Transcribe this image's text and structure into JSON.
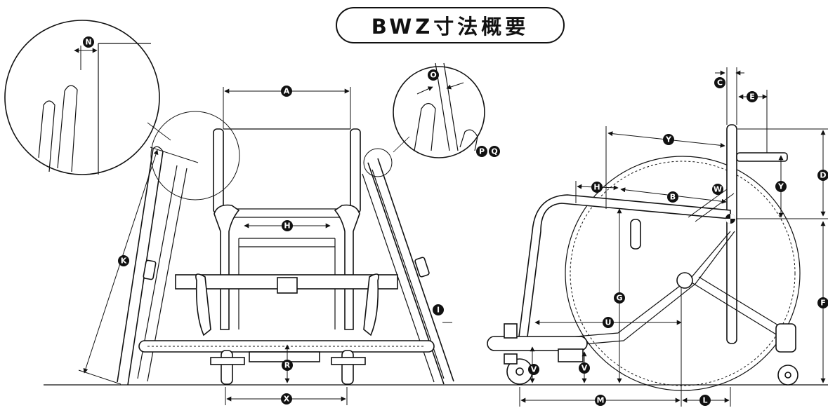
{
  "title": "BWZ寸法概要",
  "dimension_labels": [
    "A",
    "B",
    "C",
    "D",
    "E",
    "F",
    "G",
    "H",
    "I",
    "K",
    "L",
    "M",
    "N",
    "O",
    "P",
    "Q",
    "R",
    "U",
    "V",
    "W",
    "X",
    "Y"
  ]
}
